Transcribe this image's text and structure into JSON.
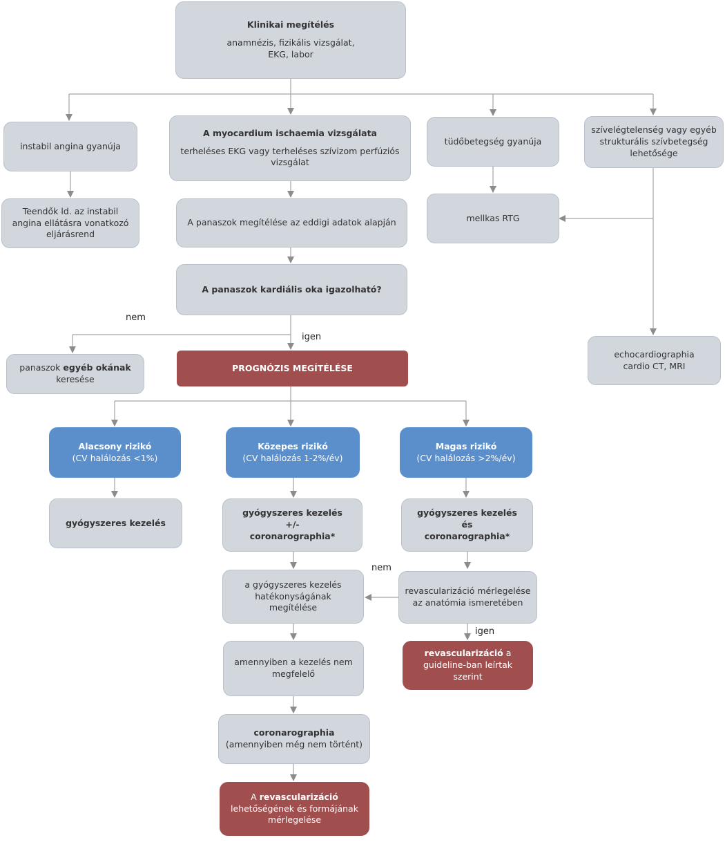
{
  "nodes": {
    "clinical": {
      "title": "Klinikai megítélés",
      "lines": [
        "anamnézis, fizikális vizsgálat,",
        "EKG, labor"
      ]
    },
    "unstable_angina": {
      "text": "instabil angina gyanúja"
    },
    "unstable_todo": {
      "lines": [
        "Teendők ld. az instabil",
        "angina ellátásra vonatkozó",
        "eljárásrend"
      ]
    },
    "ischemia": {
      "title": "A myocardium ischaemia vizsgálata",
      "lines": [
        "terheléses EKG vagy terheléses szívizom perfúziós",
        "vizsgálat"
      ]
    },
    "lung": {
      "text": "tüdőbetegség gyanúja"
    },
    "heart_failure": {
      "lines": [
        "szívelégtelenség vagy egyéb",
        "strukturális szívbetegség",
        "lehetősége"
      ]
    },
    "chest_xray": {
      "text": "mellkas RTG"
    },
    "complaints_eval": {
      "text": "A panaszok megítélése az eddigi adatok alapján"
    },
    "cardiac_cause": {
      "text": "A panaszok kardiális oka igazolható?"
    },
    "echo": {
      "lines": [
        "echocardiographia",
        "cardio CT, MRI"
      ]
    },
    "other_causes": {
      "pre": "panaszok ",
      "bold": "egyéb okának",
      "post": "keresése"
    },
    "prognosis": {
      "text": "PROGNÓZIS MEGÍTÉLÉSE"
    },
    "low_risk": {
      "title": "Alacsony rizikó",
      "sub": "(CV halálozás <1%)"
    },
    "mid_risk": {
      "title": "Közepes rizikó",
      "sub": "(CV halálozás  1-2%/év)"
    },
    "high_risk": {
      "title": "Magas rizikó",
      "sub": "(CV halálozás >2%/év)"
    },
    "low_treat": {
      "text": "gyógyszeres kezelés"
    },
    "mid_treat": {
      "lines": [
        "gyógyszeres kezelés",
        "+/-",
        "coronarographia*"
      ]
    },
    "high_treat": {
      "lines": [
        "gyógyszeres kezelés",
        "és",
        "coronarographia*"
      ]
    },
    "efficacy": {
      "lines": [
        "a gyógyszeres kezelés",
        "hatékonyságának",
        "megítélése"
      ]
    },
    "revasc_consider": {
      "lines": [
        "revascularizáció mérlegelése",
        "az anatómia ismeretében"
      ]
    },
    "revasc_guideline": {
      "bold": "revascularizáció",
      "rest": " a",
      "lines": [
        "guideline-ban leírtak",
        "szerint"
      ]
    },
    "inadequate": {
      "lines": [
        "amennyiben a kezelés nem",
        "megfelelő"
      ]
    },
    "coronarography": {
      "title": "coronarographia",
      "sub": "(amennyiben még nem történt)"
    },
    "revasc_final": {
      "pre": "A ",
      "bold": "revascularizáció",
      "lines": [
        "lehetőségének és formájának",
        "mérlegelése"
      ]
    }
  },
  "edge_labels": {
    "no_1": "nem",
    "yes_1": "igen",
    "no_2": "nem",
    "yes_2": "igen"
  },
  "colors": {
    "node_gray": "#d2d7de",
    "node_red": "#a14e4e",
    "node_blue": "#5b8fcb",
    "connector": "#9a9a9a"
  }
}
